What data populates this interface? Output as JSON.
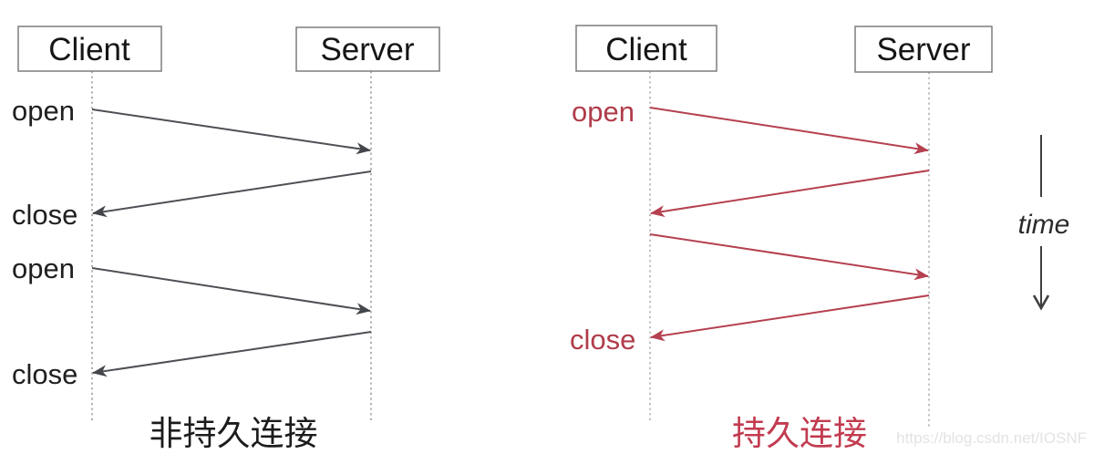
{
  "left_diagram": {
    "client": "Client",
    "server": "Server",
    "open1": "open",
    "close1": "close",
    "open2": "open",
    "close2": "close",
    "caption": "非持久连接"
  },
  "right_diagram": {
    "client": "Client",
    "server": "Server",
    "open": "open",
    "close": "close",
    "caption": "持久连接"
  },
  "time_axis": {
    "label": "time"
  },
  "watermark": "https://blog.csdn.net/IOSNF",
  "colors": {
    "gray_line": "#4d5054",
    "red_line": "#b5404f",
    "caption_red": "#c23b4f",
    "watermark_gray": "#e4e2e2"
  }
}
